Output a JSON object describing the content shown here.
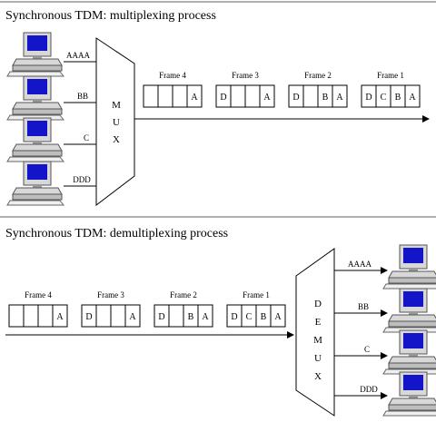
{
  "top_diagram": {
    "title": "Synchronous TDM: multiplexing process",
    "mux_letters": [
      "M",
      "U",
      "X"
    ],
    "inputs": [
      "AAAA",
      "BB",
      "C",
      "DDD"
    ],
    "frames": [
      {
        "label": "Frame 4",
        "slots": [
          "",
          "",
          "",
          "A"
        ]
      },
      {
        "label": "Frame 3",
        "slots": [
          "D",
          "",
          "",
          "A"
        ]
      },
      {
        "label": "Frame 2",
        "slots": [
          "D",
          "",
          "B",
          "A"
        ]
      },
      {
        "label": "Frame 1",
        "slots": [
          "D",
          "C",
          "B",
          "A"
        ]
      }
    ]
  },
  "bottom_diagram": {
    "title": "Synchronous TDM: demultiplexing process",
    "demux_letters": [
      "D",
      "E",
      "M",
      "U",
      "X"
    ],
    "outputs": [
      "AAAA",
      "BB",
      "C",
      "DDD"
    ],
    "frames": [
      {
        "label": "Frame 4",
        "slots": [
          "",
          "",
          "",
          "A"
        ]
      },
      {
        "label": "Frame 3",
        "slots": [
          "D",
          "",
          "",
          "A"
        ]
      },
      {
        "label": "Frame 2",
        "slots": [
          "D",
          "",
          "B",
          "A"
        ]
      },
      {
        "label": "Frame 1",
        "slots": [
          "D",
          "C",
          "B",
          "A"
        ]
      }
    ]
  },
  "colors": {
    "screen": "#1414c8",
    "computer_body": "#d8d8d8",
    "line": "#000000"
  }
}
